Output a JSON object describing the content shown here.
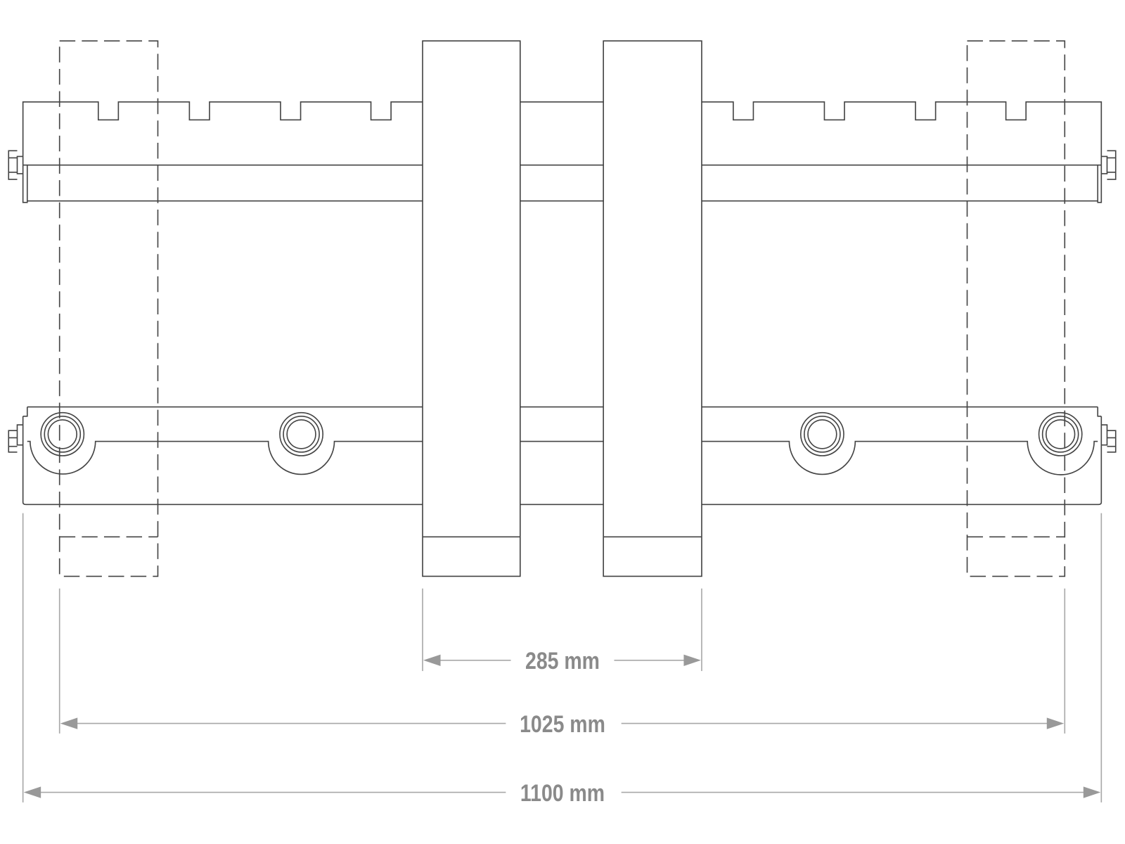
{
  "diagram": {
    "dimensions": [
      {
        "id": "inner-uprights",
        "label": "285 mm"
      },
      {
        "id": "outer-uprights",
        "label": "1025 mm"
      },
      {
        "id": "overall-width",
        "label": "1100 mm"
      }
    ],
    "colors": {
      "line": "#444444",
      "dimension": "#999999"
    }
  }
}
